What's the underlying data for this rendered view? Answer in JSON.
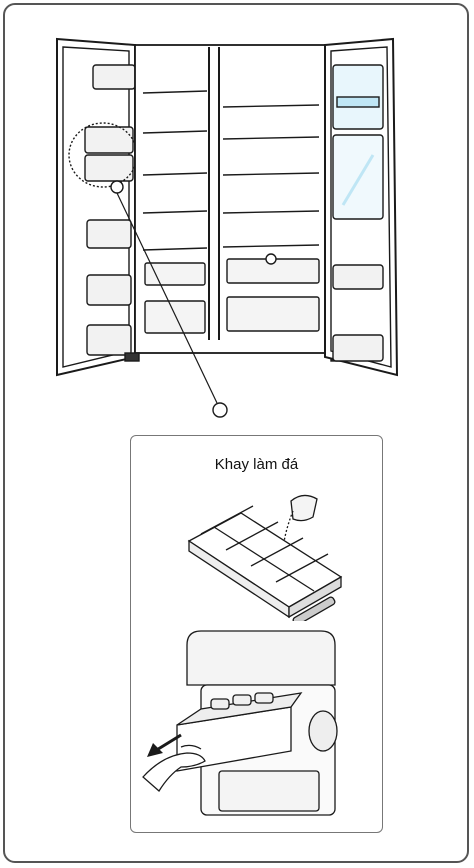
{
  "inset": {
    "title": "Khay làm đá"
  },
  "colors": {
    "line": "#1a1a1a",
    "frame": "#555555",
    "glass": "#bfe6f5"
  },
  "icons": [
    "refrigerator-illustration",
    "ice-tray-illustration",
    "ice-drawer-illustration",
    "pull-arrow-icon",
    "callout-circle-icon"
  ]
}
